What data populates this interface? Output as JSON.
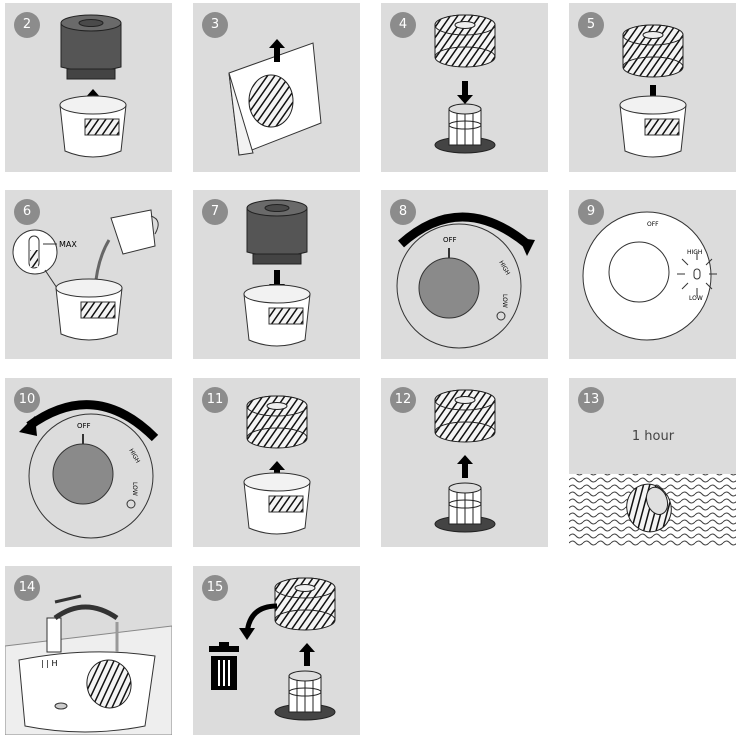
{
  "steps": [
    {
      "number": "2"
    },
    {
      "number": "3"
    },
    {
      "number": "4"
    },
    {
      "number": "5"
    },
    {
      "number": "6"
    },
    {
      "number": "7"
    },
    {
      "number": "8"
    },
    {
      "number": "9"
    },
    {
      "number": "10"
    },
    {
      "number": "11"
    },
    {
      "number": "12"
    },
    {
      "number": "13"
    },
    {
      "number": "14"
    },
    {
      "number": "15"
    }
  ],
  "labels": {
    "max": "MAX",
    "off": "OFF",
    "high": "HIGH",
    "low": "LOW",
    "one_hour": "1 hour"
  },
  "colors": {
    "panel_bg": "#dcdcdc",
    "badge_bg": "#8c8c8c",
    "dark_part": "#555555",
    "knob": "#8a8a8a"
  }
}
